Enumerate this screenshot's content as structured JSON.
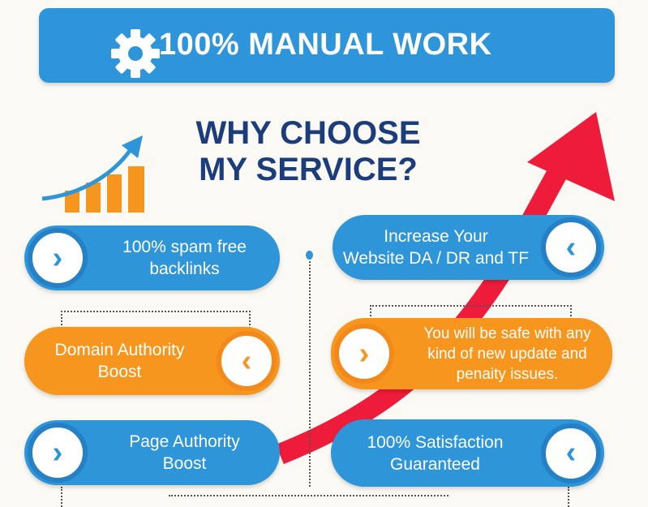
{
  "banner": {
    "text": "100% MANUAL WORK",
    "icon": "gear-icon"
  },
  "title": {
    "line1": "WHY CHOOSE",
    "line2": "MY SERVICE?"
  },
  "features": [
    {
      "line1": "100% spam free",
      "line2": "backlinks"
    },
    {
      "line1": "Increase Your",
      "line2": "Website DA / DR and TF"
    },
    {
      "line1": "Domain Authority",
      "line2": "Boost"
    },
    {
      "line1": "You will be safe with any",
      "line2": "kind of new update and",
      "line3": "penaity issues."
    },
    {
      "line1": "Page Authority",
      "line2": "Boost"
    },
    {
      "line1": "100% Satisfaction",
      "line2": "Guaranteed"
    }
  ],
  "colors": {
    "blue": "#2e95d8",
    "orange": "#f7961f",
    "red": "#ee1c3a",
    "navy": "#1c3d7c"
  }
}
